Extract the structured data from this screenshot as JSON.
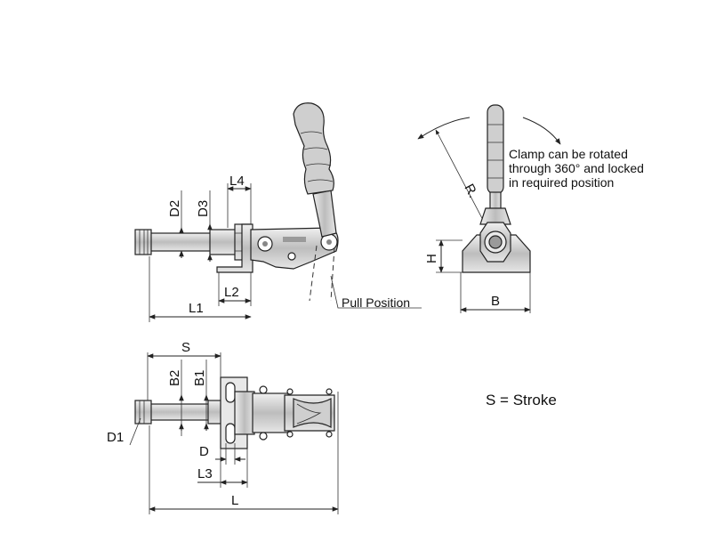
{
  "side_view": {
    "labels": {
      "d2": "D2",
      "d3": "D3",
      "l4": "L4",
      "l2": "L2",
      "l1": "L1",
      "pull_position": "Pull Position"
    }
  },
  "front_view": {
    "labels": {
      "r": "R.",
      "h": "H",
      "b": "B"
    },
    "note": {
      "line1": "Clamp can be rotated",
      "line2": "through 360° and locked",
      "line3": "in required position"
    }
  },
  "top_view": {
    "labels": {
      "s": "S",
      "b2": "B2",
      "b1": "B1",
      "d1": "D1",
      "d": "D",
      "l3": "L3",
      "l": "L"
    }
  },
  "legend": {
    "stroke_note": "S = Stroke"
  },
  "colors": {
    "line": "#222222",
    "part_fill": "#d9d9d9",
    "part_dark": "#9a9a9a",
    "grip_fill": "#c8c8c8"
  }
}
